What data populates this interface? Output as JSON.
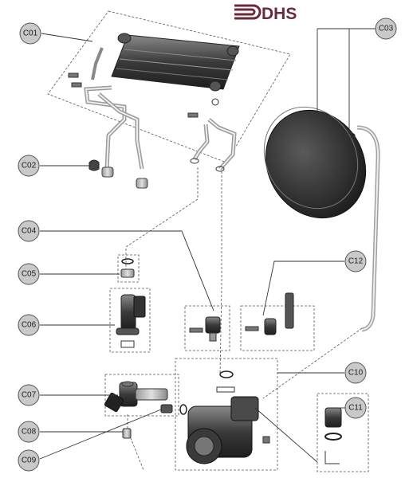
{
  "logo": {
    "text": "DHS",
    "color": "#6b2a3a"
  },
  "callouts": [
    "C01",
    "C02",
    "C03",
    "C04",
    "C05",
    "C06",
    "C07",
    "C08",
    "C09",
    "C10",
    "C11",
    "C12"
  ],
  "colors": {
    "callout_fill": "#c9c9c9",
    "part_dark": "#2e2e2e",
    "part_mid": "#6f6f6f",
    "part_light": "#bdbdbd"
  }
}
